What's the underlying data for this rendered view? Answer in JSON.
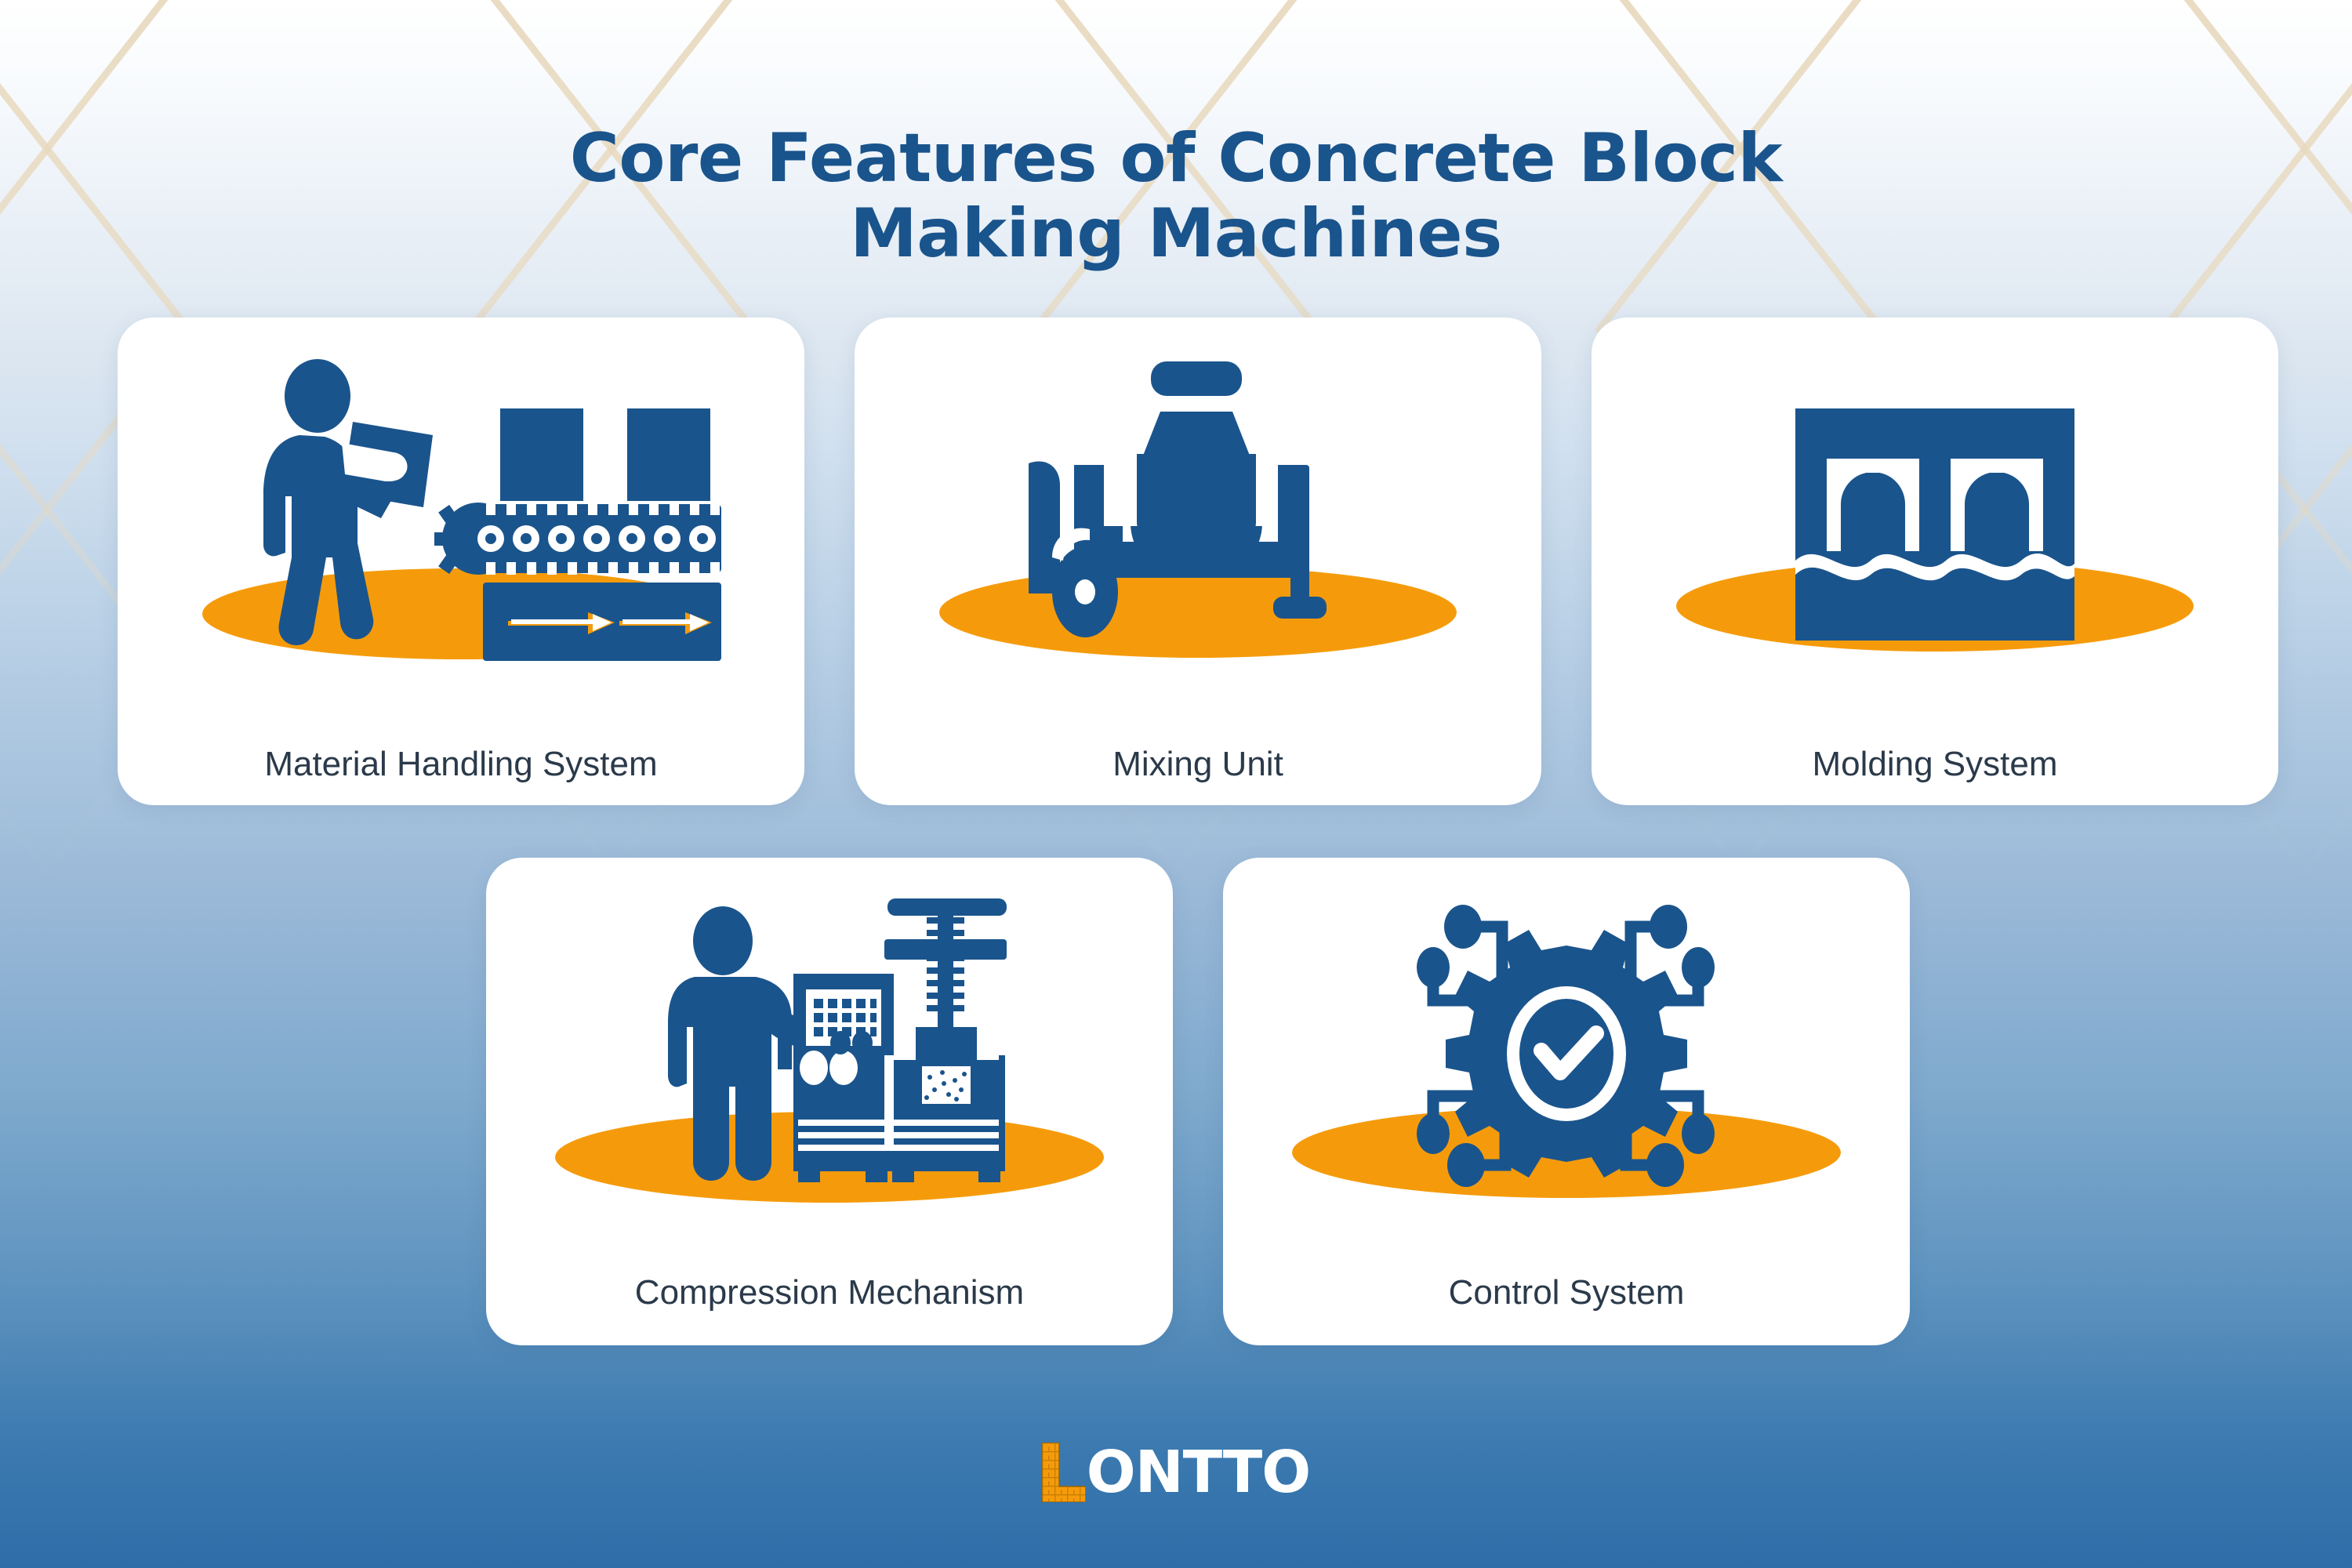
{
  "title": {
    "line1": "Core Features of Concrete Block",
    "line2": "Making Machines",
    "color": "#1A548C"
  },
  "theme": {
    "brand_blue": "#1A548C",
    "accent_orange": "#F59B0B",
    "card_background": "#FFFFFF",
    "label_text": "#2B3A4A",
    "background_top": "#FFFFFF",
    "background_bottom": "#2E6DA8",
    "lattice_line": "#EFE3CE"
  },
  "cards": [
    {
      "label": "Material Handling System",
      "icon": "conveyor-worker-icon"
    },
    {
      "label": "Mixing Unit",
      "icon": "concrete-mixer-icon"
    },
    {
      "label": "Molding System",
      "icon": "block-mold-icon"
    },
    {
      "label": "Compression Mechanism",
      "icon": "hydraulic-press-operator-icon"
    },
    {
      "label": "Control System",
      "icon": "gear-check-circuit-icon"
    }
  ],
  "logo": {
    "initial": "L",
    "rest": "ONTTO",
    "initial_color": "#F59B0B",
    "rest_color": "#FFFFFF"
  }
}
